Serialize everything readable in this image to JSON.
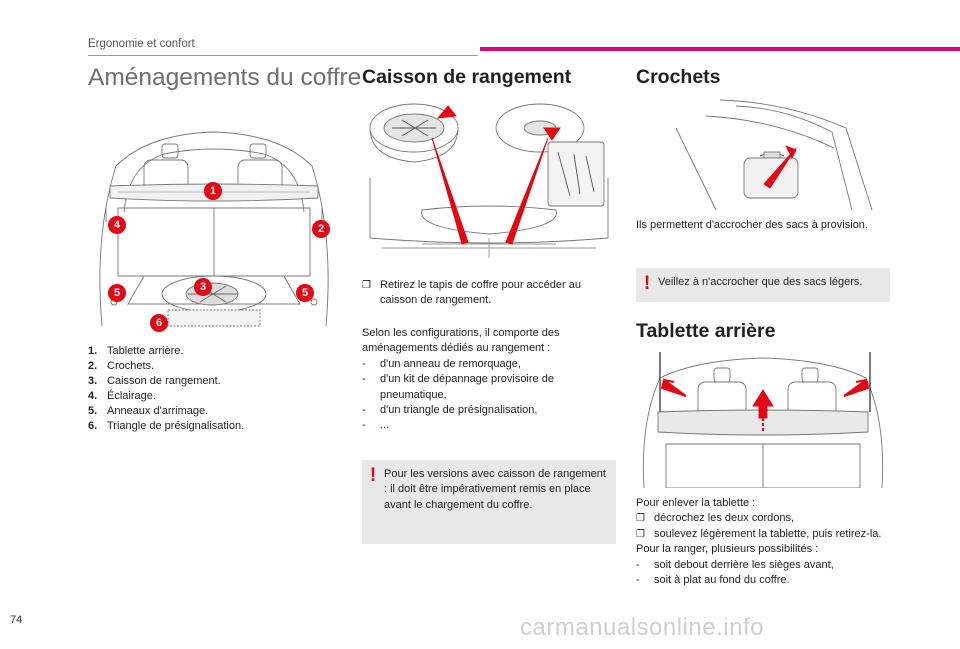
{
  "header": {
    "section_label": "Ergonomie et confort",
    "page_number": "74"
  },
  "watermark": "carmanualsonline.info",
  "colors": {
    "accent_pink": "#e6007e",
    "callout_red": "#e30613",
    "note_bg": "#e8e8e8"
  },
  "col1": {
    "title": "Aménagements du coffre",
    "callouts": [
      "1",
      "2",
      "3",
      "4",
      "5",
      "5",
      "6"
    ],
    "legend": [
      {
        "num": "1.",
        "text": "Tablette arrière."
      },
      {
        "num": "2.",
        "text": "Crochets."
      },
      {
        "num": "3.",
        "text": "Caisson de rangement."
      },
      {
        "num": "4.",
        "text": "Éclairage."
      },
      {
        "num": "5.",
        "text": "Anneaux d'arrimage."
      },
      {
        "num": "6.",
        "text": "Triangle de présignalisation."
      }
    ]
  },
  "col2": {
    "title": "Caisson de rangement",
    "bullet_mark": "❐",
    "step": "Retirez le tapis de coffre pour accéder au caisson de rangement.",
    "intro": "Selon les configurations, il comporte des aménagements dédiés au rangement :",
    "list": [
      "d'un anneau de remorquage,",
      "d'un kit de dépannage provisoire de pneumatique,",
      "d'un triangle de présignalisation,",
      "..."
    ],
    "note_mark": "!",
    "note": "Pour les versions avec caisson de rangement : il doit être impérativement remis en place avant le chargement du coffre."
  },
  "col3": {
    "crochets_title": "Crochets",
    "crochets_text": "Ils permettent d'accrocher des sacs à provision.",
    "note_mark": "!",
    "crochets_note": "Veillez à n'accrocher que des sacs légers.",
    "tablette_title": "Tablette arrière",
    "remove_intro": "Pour enlever la tablette :",
    "bullet_mark": "❐",
    "remove_steps": [
      "décrochez les deux cordons,",
      "soulevez légèrement la tablette, puis retirez-la."
    ],
    "store_intro": "Pour la ranger, plusieurs possibilités :",
    "store_list": [
      "soit debout derrière les sièges avant,",
      "soit à plat au fond du coffre."
    ]
  }
}
